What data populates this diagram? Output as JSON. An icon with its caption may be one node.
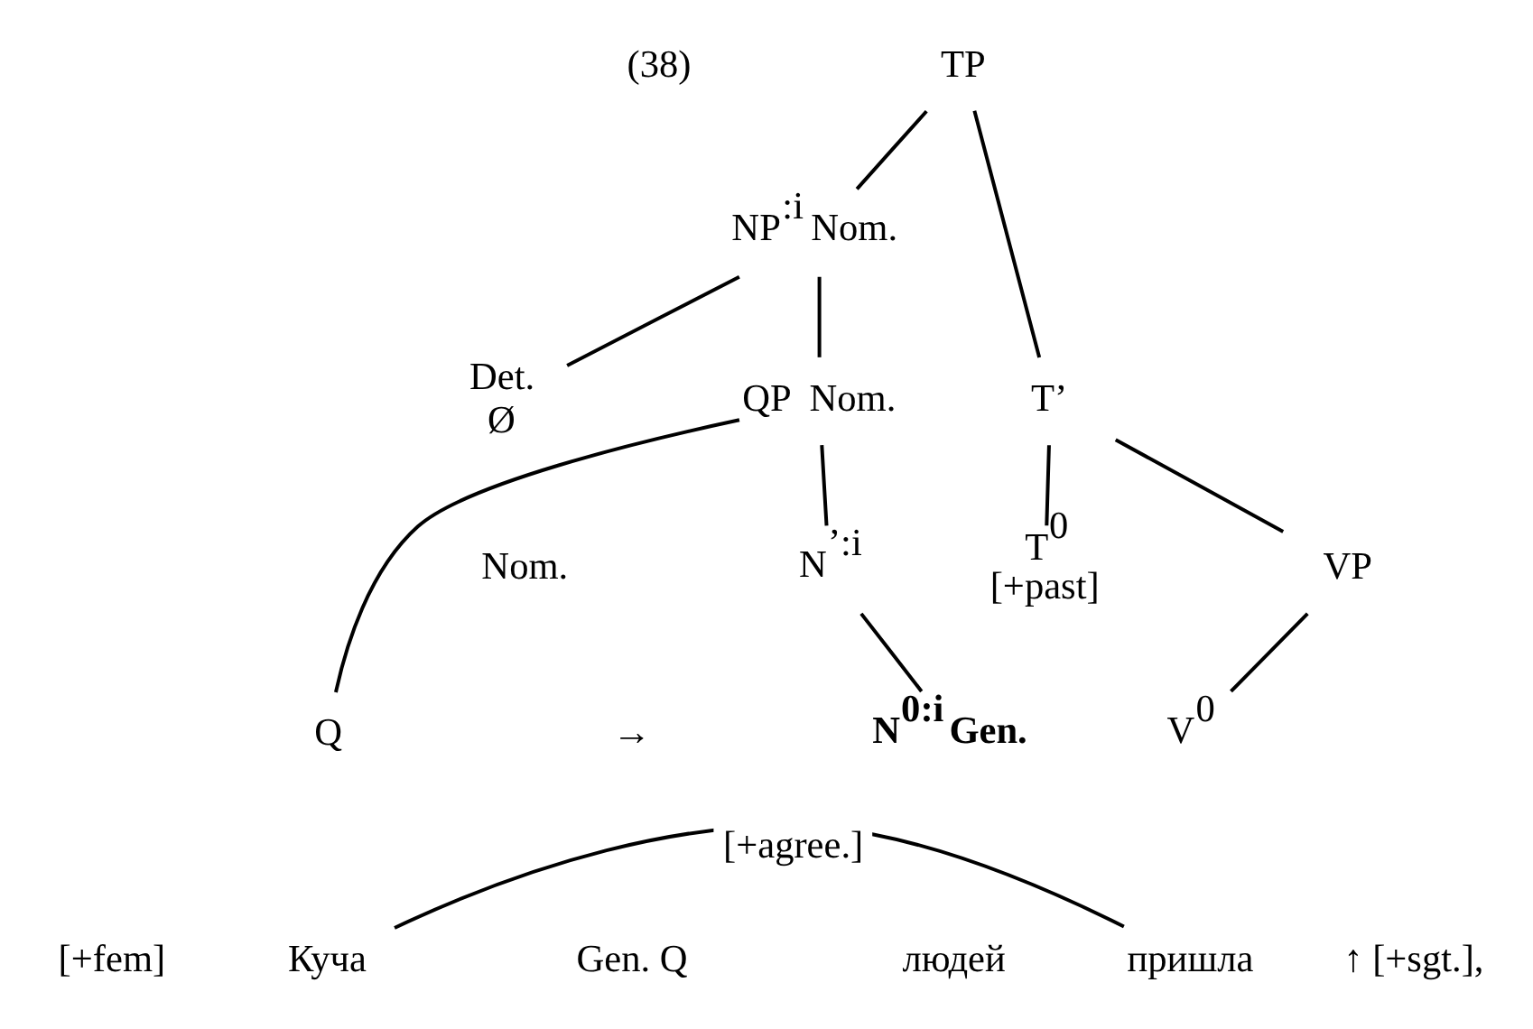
{
  "diagram": {
    "nodes": [
      {
        "text": [
          "TP"
        ]
      },
      {
        "text": [
          "NP$^{:i}$"
        ],
        "beside": [
          "Nom."
        ]
      },
      {
        "text": [
          "T’"
        ]
      },
      {
        "text": [
          "Det.",
          "Ø"
        ]
      },
      {
        "text": [
          "QP"
        ],
        "beside": [
          "Nom."
        ]
      },
      {
        "text": [
          "T$^{0}$",
          "[+past]"
        ]
      },
      {
        "text": [
          "VP"
        ]
      },
      {
        "text": [
          "N$^{’:i}$"
        ]
      },
      {
        "text": [
          "Q"
        ]
      },
      {
        "text": [
          "N$^{0:i}$"
        ],
        "beside": [
          "Gen."
        ]
      },
      {
        "text": [
          "V$^{0}$"
        ]
      },
      {
        "text": [
          "Куча"
        ]
      },
      {
        "text": [
          "людей"
        ]
      },
      {
        "text": [
          "пришла"
        ]
      }
    ],
    "edges": [
      {
        "from": 0,
        "to": 1,
        "arrow": "none"
      },
      {
        "from": 0,
        "to": 2,
        "arrow": "none"
      },
      {
        "from": 1,
        "to": 3,
        "arrow": "none"
      },
      {
        "from": 1,
        "to": 4,
        "arrow": "none"
      },
      {
        "from": 4,
        "to": 8,
        "arrow": "none"
      },
      {
        "from": 4,
        "to": 7,
        "arrow": "none"
      },
      {
        "from": 7,
        "to": 9,
        "arrow": "none"
      },
      {
        "from": 2,
        "to": 5,
        "arrow": "none"
      },
      {
        "from": 2,
        "to": 6,
        "arrow": "none"
      },
      {
        "from": 6,
        "to": 10,
        "arrow": "none"
      },
      {
        "from": 11,
        "to": 13,
        "arrow": "none",
        "label": "[+agree.]"
      }
    ],
    "labels": [
      "(38)",
      "Nom.",
      "→",
      "Gen. Q",
      "↑ [+sgt.],",
      "[+fem]"
    ]
  }
}
